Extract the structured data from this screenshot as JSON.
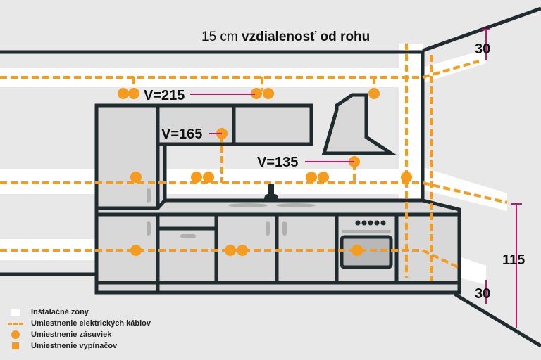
{
  "title": {
    "normal": "15 cm ",
    "bold": "vzdialenosť od rohu"
  },
  "heights": {
    "v215": "V=215",
    "v165": "V=165",
    "v135": "V=135"
  },
  "dimensions": {
    "top": "30",
    "middle": "115",
    "bottom": "30"
  },
  "legend": [
    {
      "icon": "white-zone",
      "label": "Inštalačné zóny"
    },
    {
      "icon": "dashed-line",
      "label": "Umiestnenie elektrických káblov"
    },
    {
      "icon": "circle",
      "label": "Umiestnenie zásuviek"
    },
    {
      "icon": "square",
      "label": "Umiestnenie vypínačov"
    }
  ],
  "colors": {
    "cable": "#f39c1f",
    "measure": "#c0166d",
    "outline": "#1f2b2f",
    "zone": "#ffffff",
    "cabinet": "#d8d8d8"
  }
}
